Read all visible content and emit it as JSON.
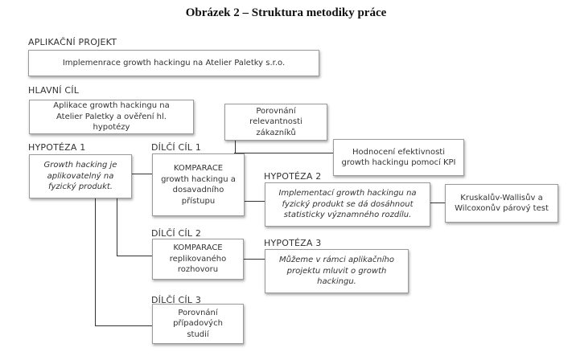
{
  "title": "Obrázek 2 – Struktura metodiky práce",
  "labels": {
    "aplikacni_projekt": "APLIKAČNÍ PROJEKT",
    "hlavni_cil": "HLAVNÍ CÍL",
    "hypoteza_1": "HYPOTÉZA 1",
    "dilci_cil_1": "DÍLČÍ CÍL 1",
    "hypoteza_2": "HYPOTÉZA 2",
    "dilci_cil_2": "DÍLČÍ CÍL 2",
    "hypoteza_3": "HYPOTÉZA 3",
    "dilci_cil_3": "DÍLČÍ CÍL 3"
  },
  "boxes": {
    "aplikacni_projekt": "Implemenrace growth hackingu na Atelier Paletky s.r.o.",
    "hlavni_cil": "Aplikace growth hackingu na Atelier Paletky a ověření hl. hypotézy",
    "porovnani_zakazniku": "Porovnání relevantnosti zákazníků",
    "hodnoceni_kpi": "Hodnocení efektivnosti growth hackingu pomocí KPI",
    "hypoteza_1": "Growth hacking je aplikovatelný na fyzický produkt.",
    "dilci_cil_1": "KOMPARACE growth hackingu a dosavadního přístupu",
    "hypoteza_2": "Implementací growth hackingu na fyzický produkt se dá dosáhnout statisticky významného rozdílu.",
    "testy": "Kruskalův-Wallisův a Wilcoxonův párový test",
    "dilci_cil_2": "KOMPARACE replikovaného rozhovoru",
    "hypoteza_3": "Můžeme v rámci aplikačního projektu mluvit o growth hackingu.",
    "dilci_cil_3": "Porovnání případových studií"
  }
}
